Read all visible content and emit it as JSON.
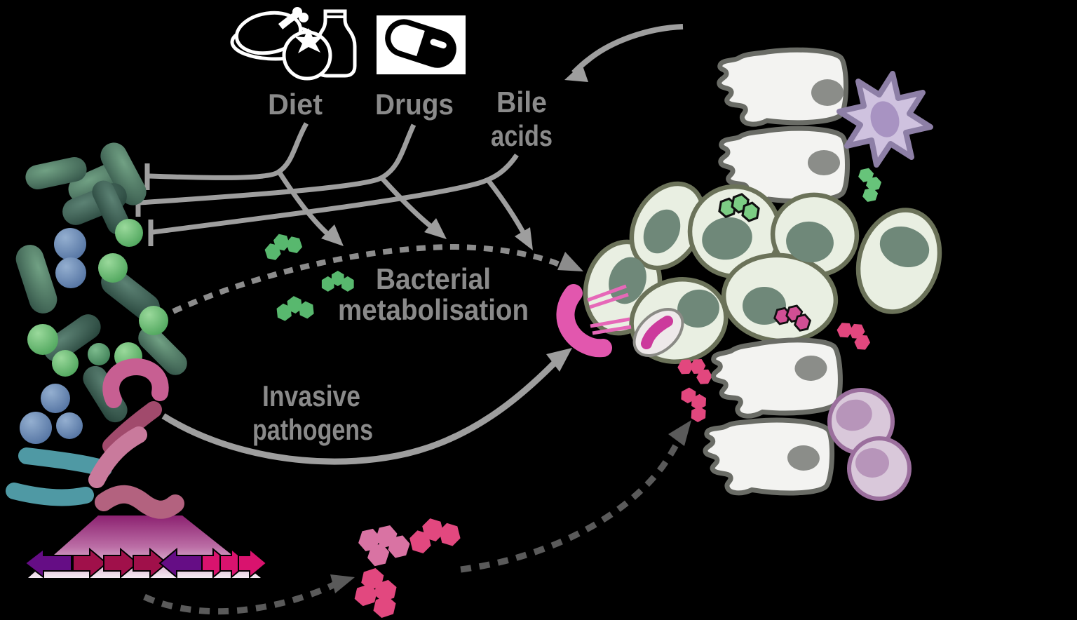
{
  "labels": {
    "diet": "Diet",
    "drugs": "Drugs",
    "bile_acids": {
      "line1": "Bile",
      "line2": "acids"
    },
    "bacterial_metabolisation": {
      "line1": "Bacterial",
      "line2": "metabolisation"
    },
    "invasive_pathogens": {
      "line1": "Invasive",
      "line2": "pathogens"
    }
  },
  "icons": {
    "diet": "food-plate-chicken-tomato-bottle-icon",
    "drugs": "pill-capsule-icon"
  },
  "colors": {
    "background": "#000000",
    "label_text": "#8a8a8a",
    "arrow_solid_gray": "#9e9e9e",
    "arrow_dashed_light": "#8c8c8c",
    "arrow_dashed_dark": "#5a5a5a",
    "green_metabolite": "#58b86e",
    "pink_metabolite": "#e2487f",
    "microbe_green_rod": "#4a6e58",
    "microbe_green_coccus": "#5fae68",
    "microbe_blue_coccus": "#5c7ba6",
    "microbe_teal_rod": "#4f99a4",
    "pathogen_pink": "#c45f8e",
    "attached_pathogen": "#e257ae",
    "epithelial_cell_fill": "#f3f3f1",
    "epithelial_cell_border": "#6a6c66",
    "epithelial_nucleus": "#8b8d89",
    "tissue_cell_fill": "#e9efe2",
    "tissue_cell_border": "#6b7259",
    "tissue_nucleus": "#6f8879",
    "immune_star_cell": "#cfc2df",
    "immune_round_cell": "#d9c8da",
    "gene_arrow_purple": "#650d85",
    "gene_arrow_crimson": "#a0104a",
    "gene_arrow_pink": "#d9136e"
  },
  "relations": [
    {
      "from": "Diet",
      "to": "microbiota",
      "style": "solid",
      "end": "inhibition-bar"
    },
    {
      "from": "Drugs",
      "to": "microbiota",
      "style": "solid",
      "end": "inhibition-bar"
    },
    {
      "from": "Bile acids",
      "to": "microbiota",
      "style": "solid",
      "end": "inhibition-bar"
    },
    {
      "from": "Diet",
      "to": "bacterial metabolisation",
      "style": "solid",
      "end": "arrow"
    },
    {
      "from": "Drugs",
      "to": "bacterial metabolisation",
      "style": "solid",
      "end": "arrow"
    },
    {
      "from": "Bile acids",
      "to": "bacterial metabolisation",
      "style": "solid",
      "end": "arrow"
    },
    {
      "from": "epithelium",
      "to": "Bile acids",
      "style": "solid",
      "end": "arrow"
    },
    {
      "from": "microbiota",
      "to": "epithelium",
      "style": "dashed",
      "end": "arrow",
      "via": "bacterial metabolisation"
    },
    {
      "from": "microbiota",
      "to": "epithelium",
      "style": "solid",
      "end": "arrow",
      "label": "Invasive pathogens"
    },
    {
      "from": "gene cassette",
      "to": "pink metabolites",
      "style": "dashed",
      "end": "arrow"
    },
    {
      "from": "pink metabolites",
      "to": "epithelium",
      "style": "dashed",
      "end": "arrow"
    }
  ],
  "counts": {
    "green_rod_bacteria": 10,
    "green_cocci": 7,
    "blue_cocci": 5,
    "teal_rod_bacteria": 2,
    "pink_pathogen_bacteria": 4,
    "green_metabolite_molecules": 5,
    "pink_metabolite_molecules": 7,
    "epithelial_cells": 4,
    "tissue_cells": 7,
    "immune_cells": 3,
    "gene_cassette_arrows": 8
  },
  "gene_cassette": {
    "arrow_directions": [
      "left",
      "right",
      "right",
      "right",
      "left",
      "right",
      "right",
      "right"
    ],
    "arrow_colors": [
      "purple",
      "crimson",
      "crimson",
      "crimson",
      "purple",
      "pink",
      "pink",
      "pink"
    ]
  }
}
